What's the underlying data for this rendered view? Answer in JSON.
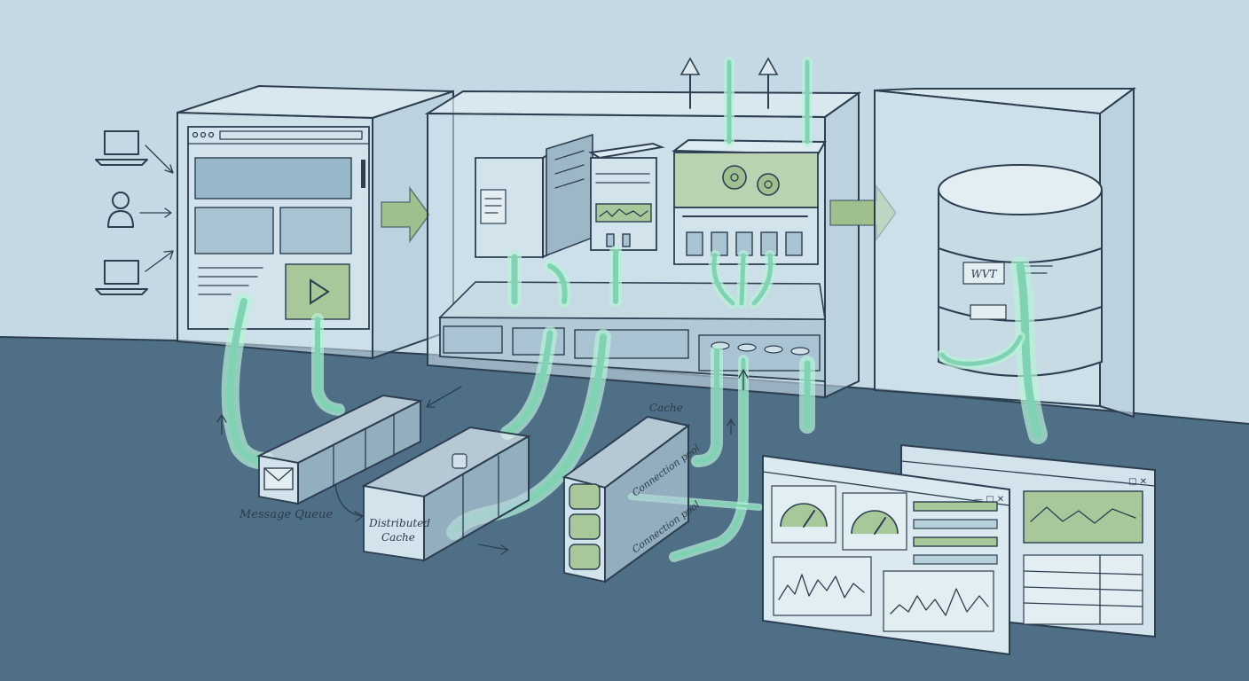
{
  "labels": {
    "message_queue": "Message Queue",
    "distributed_cache_line1": "Distributed",
    "distributed_cache_line2": "Cache",
    "cache": "Cache",
    "connection_pool_1": "Connection pool",
    "connection_pool_2": "Connection pool",
    "db_label": "WVT"
  },
  "colors": {
    "background": "#c4d9e4",
    "floor": "#4f6f87",
    "ink": "#2c3e50",
    "glass": "#d6e6ee",
    "accent_green": "#a8c79a",
    "pipe_glow": "#7fd3b3"
  },
  "icons": [
    "laptop-icon",
    "user-icon",
    "envelope-icon",
    "play-icon",
    "gear-icon",
    "gauge-icon",
    "database-icon"
  ]
}
